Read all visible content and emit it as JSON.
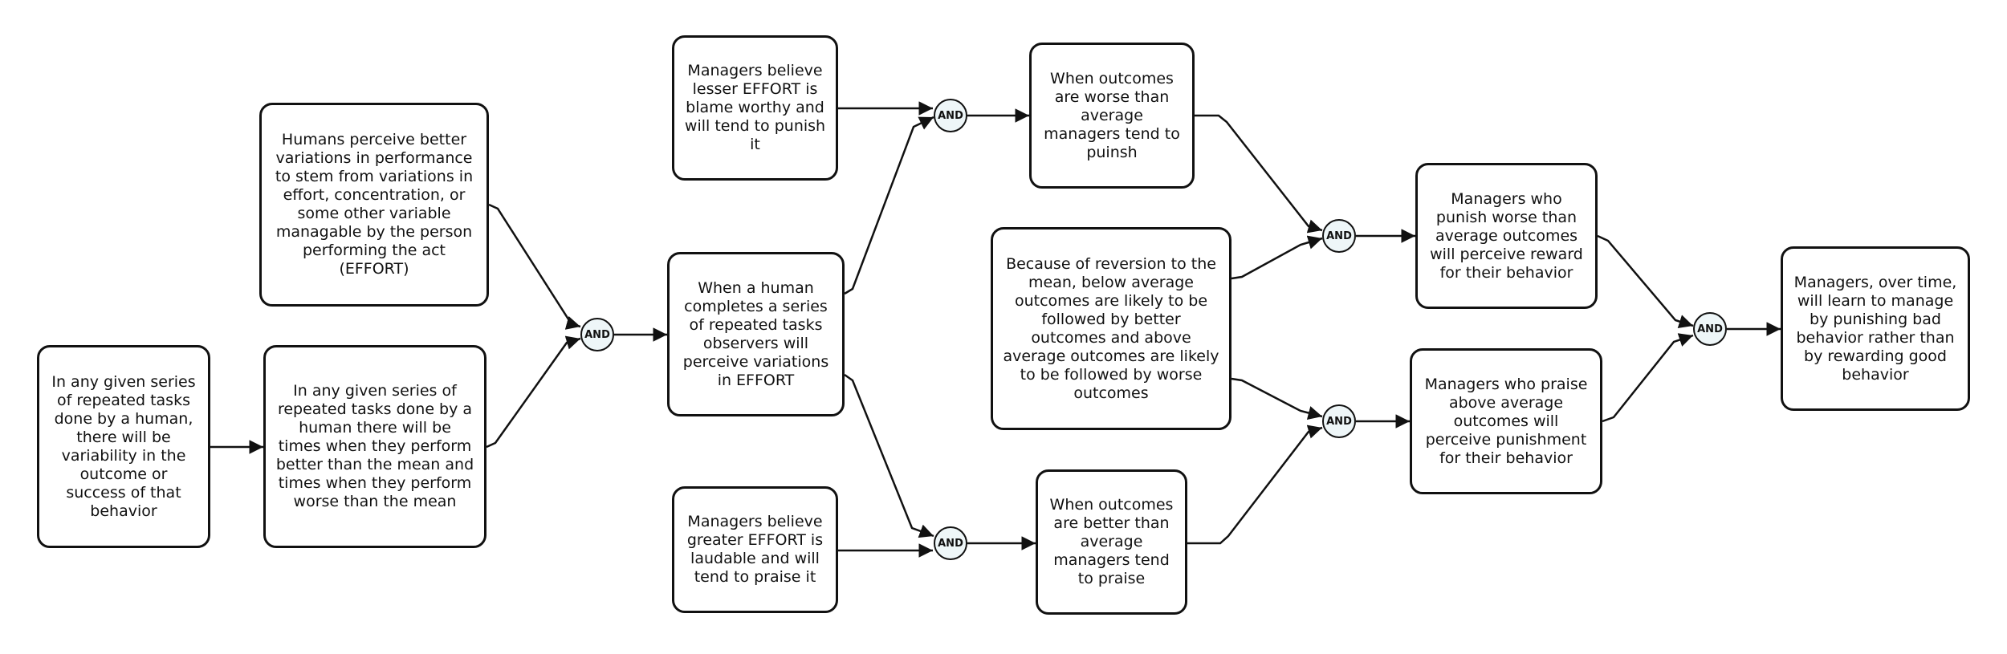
{
  "nodes": {
    "n1": "In any given series of repeated tasks done by a human, there will be variability in the outcome or success of that behavior",
    "n2": "Humans perceive better variations in performance to stem from variations in effort, concentration, or some other variable managable by the person performing the act (EFFORT)",
    "n3": "In any given series of repeated tasks done by a human there will be times when they perform better than the mean and times when they perform worse than the mean",
    "n4": "When a human completes a series of repeated tasks observers will perceive variations in EFFORT",
    "n5": "Managers believe lesser EFFORT is blame worthy and will tend to punish it",
    "n6": "Managers believe greater EFFORT is laudable and will tend to praise it",
    "n7": "When outcomes are worse than average managers tend to puinsh",
    "n8": "When outcomes are better than average managers tend to praise",
    "n9": "Because of reversion to the mean, below average outcomes are likely to be followed by better outcomes and above average outcomes are likely to be followed by worse outcomes",
    "n10": "Managers who punish worse than average outcomes will perceive reward for their behavior",
    "n11": "Managers who praise above average outcomes will perceive punishment for their behavior",
    "n12": "Managers, over time, will learn to manage by punishing bad behavior rather than by rewarding good behavior"
  },
  "gates": {
    "label": "AND"
  },
  "colors": {
    "stroke": "#111111",
    "gate_fill": "#eef6f8",
    "node_fill": "#ffffff"
  }
}
